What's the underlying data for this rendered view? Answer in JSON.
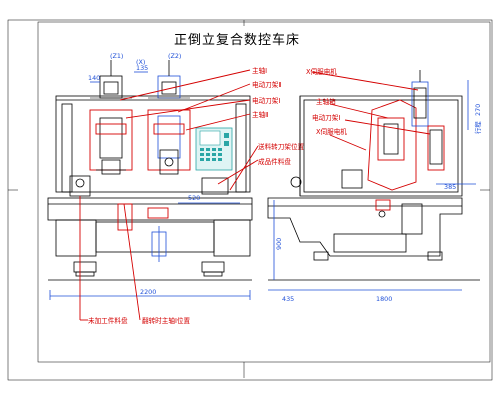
{
  "title": "正倒立复合数控车床",
  "labels": {
    "spindle_1": "主轴Ⅰ",
    "tool_rest_2": "电动刀架Ⅱ",
    "tool_rest_1_left": "电动刀架Ⅰ",
    "spindle_2": "主轴Ⅱ",
    "servo_motor_top": "Ⅹ伺服电机",
    "spindle_box": "主轴箱",
    "tool_rest_1_right": "电动刀架Ⅰ",
    "servo_motor_mid": "Ⅹ伺服电机",
    "feed_turret": "送料转刀架位置",
    "finished_tray": "成品件料盘",
    "raw_tray": "未加工件料盘",
    "flip_position": "翻转时主轴Ⅰ位置"
  },
  "dims": {
    "d140": "140",
    "d135": "135",
    "d520": "520",
    "d2200": "2200",
    "d900": "900",
    "d435": "435",
    "d1800": "1800",
    "d385": "385",
    "d270": "270",
    "stroke": "行程",
    "z1": "(Z1)",
    "z2": "(Z2)",
    "x": "(X)"
  },
  "colors": {
    "outline": "#000000",
    "labels": "#d40000",
    "dimensions": "#1e4fd8",
    "panel": "#2aa6a6",
    "accent": "#1c9a2a"
  }
}
